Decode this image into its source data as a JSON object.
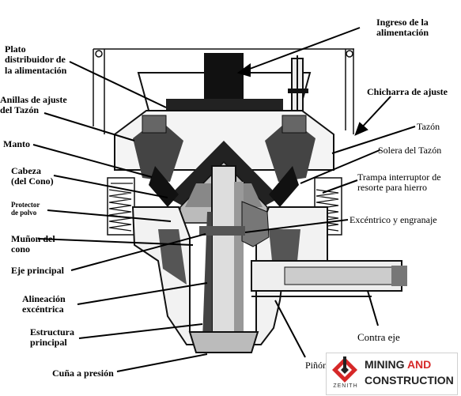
{
  "labels": {
    "ingreso": "Ingreso de la\nalimentación",
    "plato": "Plato\ndistribuidor de\nla alimentación",
    "anillas": "Anillas de ajuste\ndel Tazón",
    "chicharra": "Chicharra de ajuste",
    "tazon": "Tazón",
    "manto": "Manto",
    "solera": "Solera del Tazón",
    "cabeza": "Cabeza\n(del Cono)",
    "trampa": "Trampa interruptor de\nresorte para hierro",
    "protector": "Protector\nde polvo",
    "excentrico": "Excéntrico y engranaje",
    "munon": "Muñon del\ncono",
    "eje": "Eje principal",
    "alineacion": "Alineación\nexcéntrica",
    "estructura": "Estructura\nprincipal",
    "contra_eje": "Contra eje",
    "cuna": "Cuña a presión",
    "pinon": "Piñón"
  },
  "logo": {
    "brand": "ZENITH",
    "line1_a": "MINING",
    "line1_b": "AND",
    "line2": "CONSTRUCTION",
    "accent_color": "#d62828",
    "dark_color": "#222222"
  }
}
